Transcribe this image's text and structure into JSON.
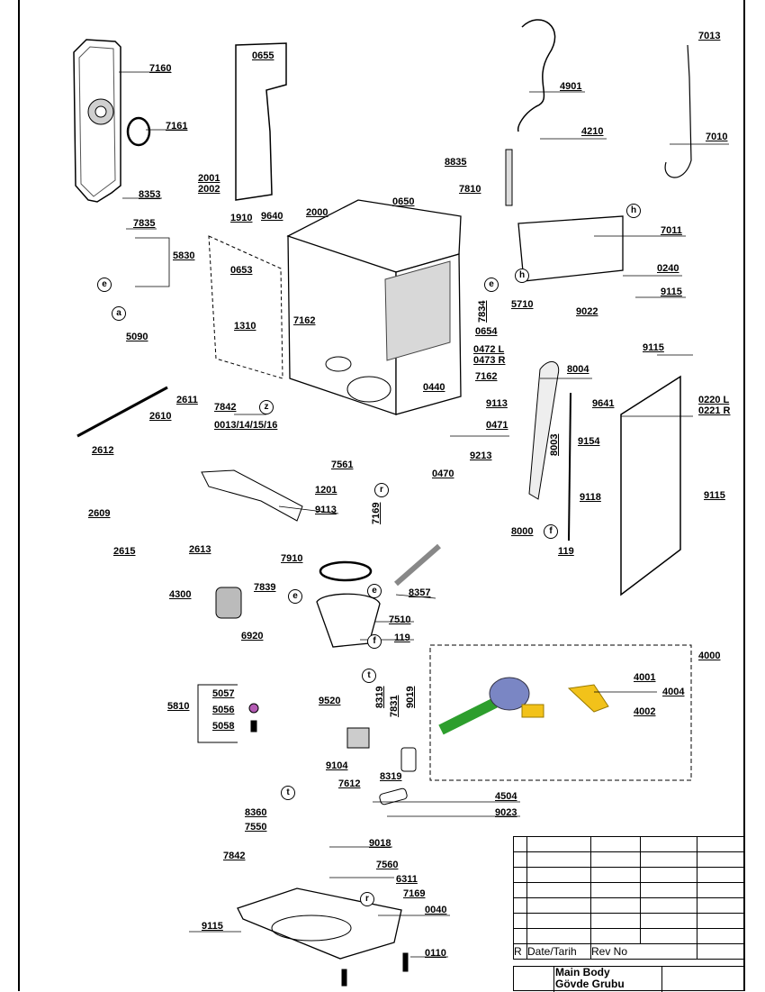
{
  "labels": {
    "l7160": "7160",
    "l7161": "7161",
    "l8353": "8353",
    "l7835": "7835",
    "l5830": "5830",
    "l0655": "0655",
    "l2001": "2001",
    "l2002": "2002",
    "l1910": "1910",
    "l9640": "9640",
    "l2000": "2000",
    "l0650": "0650",
    "l0653": "0653",
    "l1310": "1310",
    "l7162a": "7162",
    "l5090": "5090",
    "l4901": "4901",
    "l4210": "4210",
    "l8835": "8835",
    "l7810": "7810",
    "l7013": "7013",
    "l7010": "7010",
    "l7011": "7011",
    "l0240": "0240",
    "l9115a": "9115",
    "l5710": "5710",
    "l9022": "9022",
    "l7834": "7834",
    "l0654": "0654",
    "l0472": "0472 L",
    "l0473": "0473 R",
    "l7162b": "7162",
    "l8004": "8004",
    "l9115b": "9115",
    "l0440": "0440",
    "l9113a": "9113",
    "l9641": "9641",
    "l0220": "0220 L",
    "l0221": "0221 R",
    "l0471": "0471",
    "l8003": "8003",
    "l9154": "9154",
    "l9213": "9213",
    "l0470": "0470",
    "l2611": "2611",
    "l2610": "2610",
    "l2612": "2612",
    "l7842a": "7842",
    "l0013": "0013/14/15/16",
    "l7561": "7561",
    "l7169a": "7169",
    "l1201": "1201",
    "l9113b": "9113",
    "l9118": "9118",
    "l9115c": "9115",
    "l8000": "8000",
    "l119a": "119",
    "l2609": "2609",
    "l2615": "2615",
    "l2613": "2613",
    "l7910": "7910",
    "l4300": "4300",
    "l7839": "7839",
    "l8357": "8357",
    "l7510": "7510",
    "l119b": "119",
    "l6920": "6920",
    "l4000": "4000",
    "l4001": "4001",
    "l4004": "4004",
    "l4002": "4002",
    "l5810": "5810",
    "l5057": "5057",
    "l5056": "5056",
    "l5058": "5058",
    "l9520": "9520",
    "l8319a": "8319",
    "l7831": "7831",
    "l9019": "9019",
    "l9104": "9104",
    "l7612": "7612",
    "l8319b": "8319",
    "l4504": "4504",
    "l9023": "9023",
    "l8360": "8360",
    "l7550": "7550",
    "l9018": "9018",
    "l7842b": "7842",
    "l7560": "7560",
    "l6311": "6311",
    "l7169b": "7169",
    "l0040": "0040",
    "l9115d": "9115",
    "l0110": "0110"
  },
  "callouts": {
    "e1": "e",
    "a": "a",
    "z": "z",
    "r1": "r",
    "f1": "f",
    "e2": "e",
    "e3": "e",
    "f2": "f",
    "t1": "t",
    "t2": "t",
    "r2": "r",
    "h1": "h",
    "h2": "h",
    "e4": "e"
  },
  "title_block": {
    "rev_marker": "R",
    "date_header": "Date/Tarih",
    "rev_header": "Rev No",
    "subtitle_en": "Main Body",
    "subtitle_tr": "Gövde Grubu"
  }
}
